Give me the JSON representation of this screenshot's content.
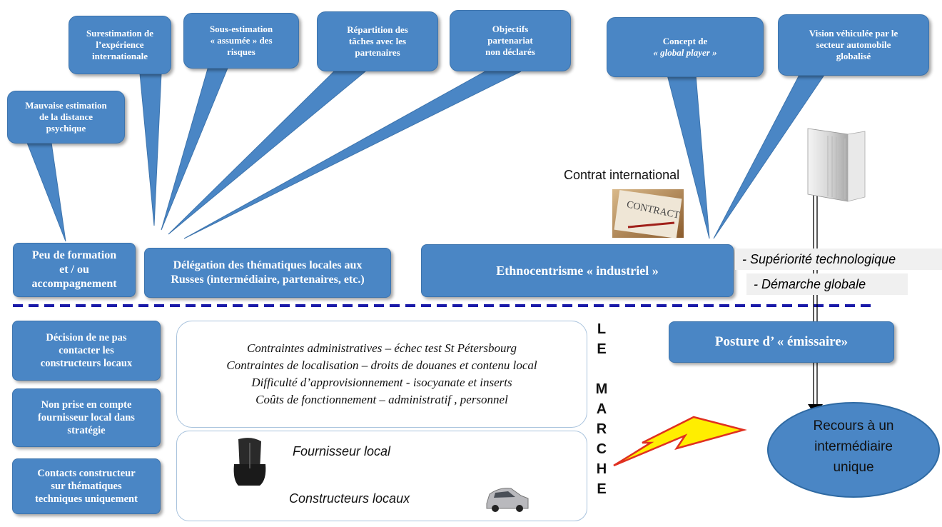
{
  "top_bubbles": {
    "b1": [
      "Mauvaise estimation",
      "de la distance",
      "psychique"
    ],
    "b2": [
      "Surestimation de",
      "l’expérience",
      "internationale"
    ],
    "b3": [
      "Sous-estimation",
      "« assumée » des",
      "risques"
    ],
    "b4": [
      "Répartition des",
      "tâches avec les",
      "partenaires"
    ],
    "b5": [
      "Objectifs",
      "partenariat",
      "non déclarés"
    ],
    "b6": [
      "Concept de",
      "« global player »"
    ],
    "b7": [
      "Vision véhiculée par le",
      "secteur automobile",
      "globalisé"
    ]
  },
  "contract_label": "Contrat international",
  "contract_image_text": "CONTRACT",
  "main_boxes": {
    "formation": [
      "Peu de formation",
      "et / ou",
      "accompagnement"
    ],
    "delegation": [
      "Délégation des thématiques locales aux",
      "Russes (intermédiaire, partenaires, etc.)"
    ],
    "ethnocentrisme": "Ethnocentrisme « industriel »"
  },
  "side_notes": {
    "superiorite": "- Supériorité technologique",
    "demarche": "- Démarche globale"
  },
  "left_boxes": {
    "decision": [
      "Décision de ne pas",
      "contacter les",
      "constructeurs locaux"
    ],
    "non_prise": [
      "Non prise en compte",
      "fournisseur local dans",
      "stratégie"
    ],
    "contacts": [
      "Contacts constructeur",
      "sur thématiques",
      "techniques uniquement"
    ]
  },
  "constraints": [
    "Contraintes administratives – échec test St Pétersbourg",
    "Contraintes de localisation  – droits de douanes et contenu local",
    "Difficulté d’approvisionnement -  isocyanate et inserts",
    "Coûts de fonctionnement – administratif , personnel"
  ],
  "market_items": {
    "fournisseur": "Fournisseur local",
    "constructeurs": "Constructeurs locaux"
  },
  "vertical_word": [
    "L",
    "E",
    "",
    "M",
    "A",
    "R",
    "C",
    "H",
    "E"
  ],
  "posture": "Posture d’ « émissaire»",
  "recours": [
    "Recours  à un",
    "intermédiaire",
    "unique"
  ],
  "colors": {
    "box_blue": "#4a86c5",
    "dashed_line": "#1a1aa8",
    "lightning_fill": "#ffee00",
    "lightning_stroke": "#e03020"
  }
}
